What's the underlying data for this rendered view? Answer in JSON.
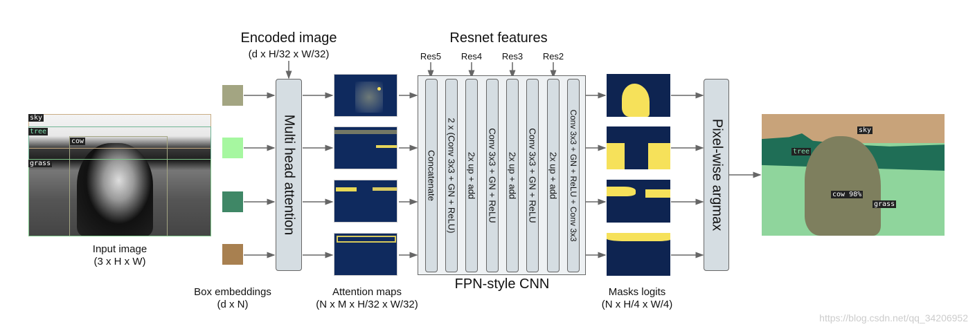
{
  "input": {
    "label": "Input image",
    "dims": "(3 x H x W)",
    "box_tags": [
      "sky",
      "tree",
      "cow",
      "grass"
    ]
  },
  "encoded": {
    "title": "Encoded image",
    "dims": "(d x H/32 x W/32)"
  },
  "box_embeddings": {
    "label": "Box embeddings",
    "dims": "(d x N)",
    "colors": [
      "#a3a582",
      "#a6f7a0",
      "#3f8766",
      "#a88050"
    ]
  },
  "mha": {
    "label": "Multi head attention"
  },
  "attention": {
    "label": "Attention maps",
    "dims": "(N x M x H/32 x W/32)"
  },
  "resnet": {
    "title": "Resnet features",
    "inputs": [
      "Res5",
      "Res4",
      "Res3",
      "Res2"
    ]
  },
  "fpn": {
    "label": "FPN-style CNN",
    "layers": [
      "Concatenate",
      "2 x (Conv 3x3 + GN + ReLU)",
      "2x up + add",
      "Conv 3x3 + GN + ReLU",
      "2x up + add",
      "Conv 3x3 + GN + ReLU",
      "2x up + add",
      "Conv 3x3 + GN + ReLU + Conv 3x3"
    ]
  },
  "masks": {
    "label": "Masks logits",
    "dims": "(N x H/4 x W/4)"
  },
  "argmax": {
    "label": "Pixel-wise argmax"
  },
  "output": {
    "tags": [
      "sky",
      "tree",
      "cow 98%",
      "grass"
    ]
  },
  "watermark": "https://blog.csdn.net/qq_34206952"
}
